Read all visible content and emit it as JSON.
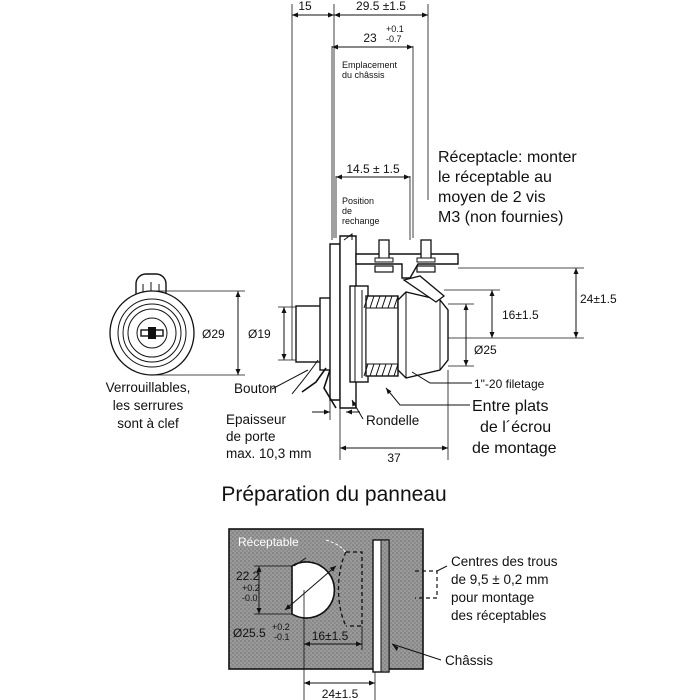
{
  "top": {
    "dim_15": "15",
    "dim_29_5": "29.5 ±1.5",
    "dim_23": "23",
    "dim_23_tol_plus": "+0.1",
    "dim_23_tol_minus": "-0.7",
    "chassis_location_1": "Emplacement",
    "chassis_location_2": "du châssis",
    "dim_14_5": "14.5 ± 1.5",
    "spare_position_1": "Position",
    "spare_position_2": "de",
    "spare_position_3": "rechange",
    "receptacle_1": "Réceptacle: monter",
    "receptacle_2": "le réceptable au",
    "receptacle_3": "moyen de 2 vis",
    "receptacle_4": "M3 (non fournies)",
    "dim_29": "Ø29",
    "dim_19": "Ø19",
    "dim_16": "16±1.5",
    "dim_24": "24±1.5",
    "dim_25": "Ø25",
    "lockable_1": "Verrouillables,",
    "lockable_2": "les serrures",
    "lockable_3": "sont à clef",
    "button": "Bouton",
    "thread": "1\"-20 filetage",
    "washer": "Rondelle",
    "flats_1": "Entre plats",
    "flats_2": "de l´écrou",
    "flats_3": "de montage",
    "door_1": "Epaisseur",
    "door_2": "de porte",
    "door_3": "max. 10,3 mm",
    "dim_37": "37"
  },
  "bottom": {
    "title": "Préparation du panneau",
    "receptacle": "Réceptable",
    "dim_22_2": "22.2",
    "dim_22_2_plus": "+0.2",
    "dim_22_2_minus": "-0.0",
    "dim_25_5": "Ø25.5",
    "dim_25_5_plus": "+0.2",
    "dim_25_5_minus": "-0.1",
    "dim_16": "16±1.5",
    "dim_24": "24±1.5",
    "holes_1": "Centres des trous",
    "holes_2": "de 9,5 ± 0,2 mm",
    "holes_3": "pour montage",
    "holes_4": "des réceptables",
    "chassis": "Châssis"
  },
  "colors": {
    "ink": "#111111",
    "panel_gray": "#9a9a9a"
  }
}
